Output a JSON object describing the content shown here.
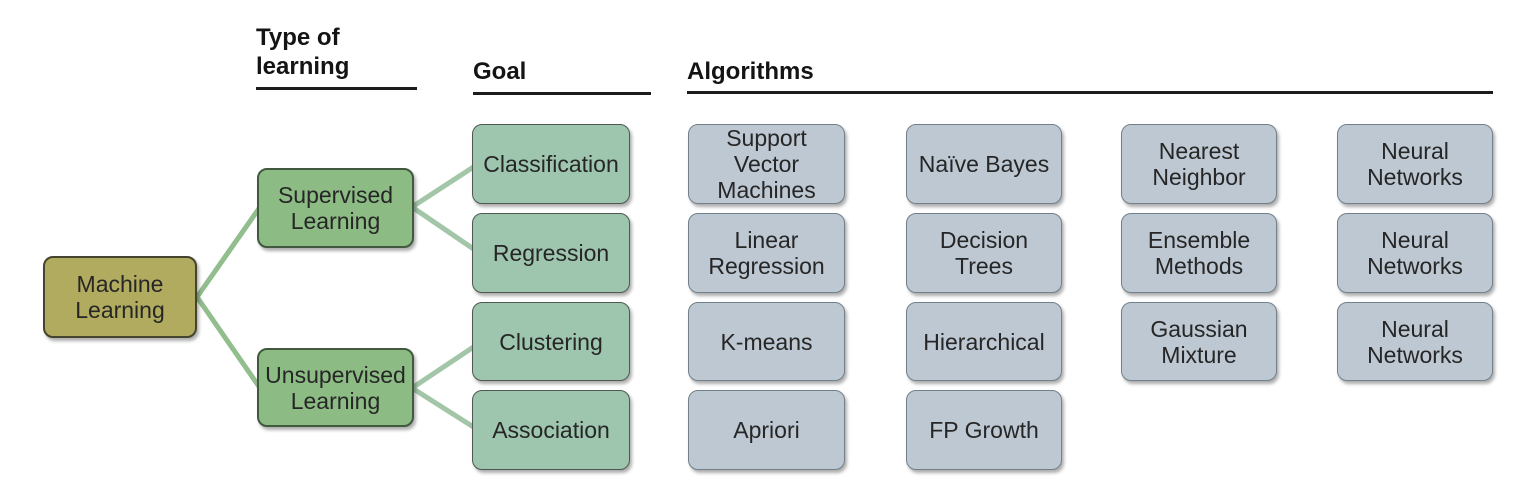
{
  "headers": {
    "type_of_learning": "Type of\nlearning",
    "goal": "Goal",
    "algorithms": "Algorithms"
  },
  "root": {
    "label": "Machine\nLearning"
  },
  "learning_types": [
    {
      "label": "Supervised\nLearning"
    },
    {
      "label": "Unsupervised\nLearning"
    }
  ],
  "goals": [
    {
      "label": "Classification"
    },
    {
      "label": "Regression"
    },
    {
      "label": "Clustering"
    },
    {
      "label": "Association"
    }
  ],
  "algorithms": [
    {
      "goal": "Classification",
      "items": [
        "Support\nVector\nMachines",
        "Naïve Bayes",
        "Nearest\nNeighbor",
        "Neural\nNetworks"
      ]
    },
    {
      "goal": "Regression",
      "items": [
        "Linear\nRegression",
        "Decision\nTrees",
        "Ensemble\nMethods",
        "Neural\nNetworks"
      ]
    },
    {
      "goal": "Clustering",
      "items": [
        "K-means",
        "Hierarchical",
        "Gaussian\nMixture",
        "Neural\nNetworks"
      ]
    },
    {
      "goal": "Association",
      "items": [
        "Apriori",
        "FP Growth"
      ]
    }
  ],
  "colors": {
    "root_fill": "#b1ab5f",
    "root_border": "#44442f",
    "type_fill": "#8cbb84",
    "type_border": "#40593f",
    "goal_fill": "#9ec5ae",
    "goal_border": "#4e5850",
    "algo_fill": "#bdc8d2",
    "algo_border": "#71808a",
    "connector_root": "#92bd8d",
    "connector_goal": "#a3c6a9",
    "header_text": "#141414",
    "underline": "#1c1c1c",
    "label_text": "#262626"
  }
}
